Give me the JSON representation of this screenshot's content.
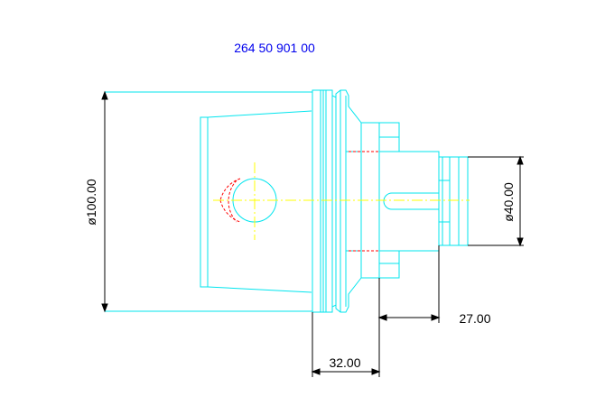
{
  "drawing": {
    "part_number": "264 50 901 00",
    "dimensions": {
      "body_diameter": "ø100.00",
      "shank_diameter": "ø40.00",
      "flange_length": "32.00",
      "shank_length": "27.00"
    }
  },
  "colors": {
    "part_outline": "#00e5ee",
    "dimension_lines": "#000000",
    "hidden_lines": "#ff0000",
    "center_lines": "#ffff00",
    "title": "#0000ee"
  }
}
